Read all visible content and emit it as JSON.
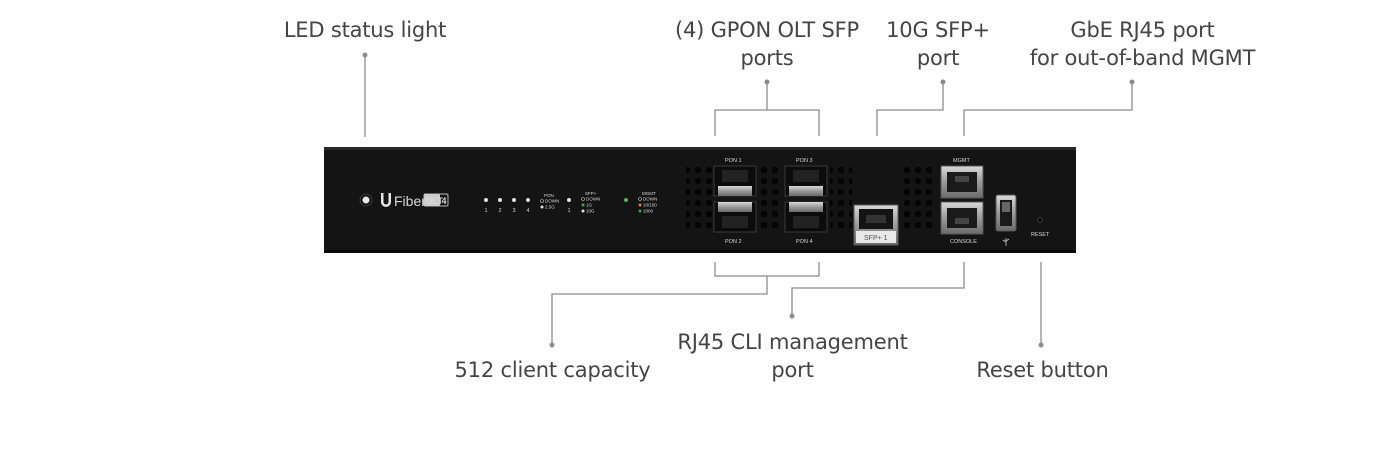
{
  "callouts": {
    "led": [
      "LED status light"
    ],
    "gpon": [
      "(4) GPON OLT SFP",
      "ports"
    ],
    "sfp10g": [
      "10G SFP+",
      "port"
    ],
    "gbe": [
      "GbE RJ45 port",
      "for out-of-band MGMT"
    ],
    "client": [
      "512 client capacity"
    ],
    "cli": [
      "RJ45 CLI management",
      "port"
    ],
    "reset": [
      "Reset button"
    ]
  },
  "device": {
    "brand": "Fiber",
    "model": "OLT",
    "model_num": "4",
    "pon_leds": [
      "1",
      "2",
      "3",
      "4"
    ],
    "pon_legend_title": "PON",
    "pon_legend": [
      "DOWN",
      "2.5G"
    ],
    "sfp_led": "1",
    "sfp_legend_title": "SFP+",
    "sfp_legend": [
      "DOWN",
      "1G",
      "10G"
    ],
    "mgmt_legend_title": "MGMT",
    "mgmt_legend": [
      "DOWN",
      "10/100",
      "1000"
    ],
    "port_labels": {
      "pon1": "PON 1",
      "pon2": "PON 2",
      "pon3": "PON 3",
      "pon4": "PON 4",
      "sfp": "SFP+ 1",
      "mgmt": "MGMT",
      "console": "CONSOLE",
      "reset": "RESET"
    }
  },
  "colors": {
    "chassis": "#141414",
    "leader": "#8c8c8c",
    "text": "#444444"
  }
}
